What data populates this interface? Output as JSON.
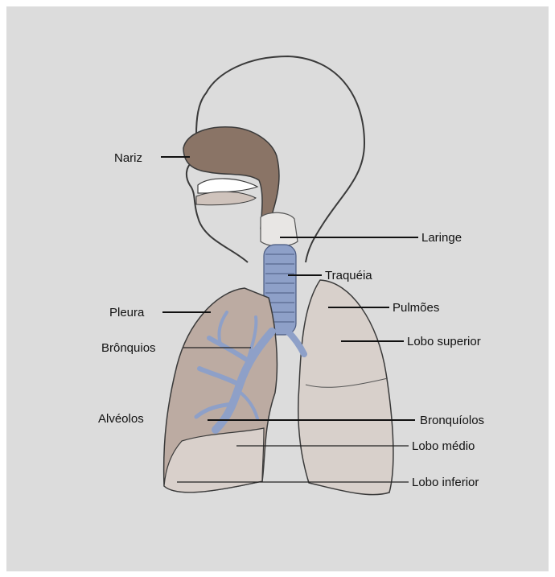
{
  "figure": {
    "background": "#dcdcdc",
    "colors": {
      "airway": "#8a7466",
      "bronchi": "#8ea0c8",
      "lung_left": "#bcaba2",
      "lung_right": "#d8d0cb",
      "outline": "#3a3a3a"
    },
    "labels": {
      "nariz": "Nariz",
      "laringe": "Laringe",
      "traqueia": "Traquéia",
      "pleura": "Pleura",
      "pulmoes": "Pulmões",
      "bronquios": "Brônquios",
      "lobo_superior": "Lobo superior",
      "alveolos": "Alvéolos",
      "bronquiolos": "Bronquíolos",
      "lobo_medio": "Lobo médio",
      "lobo_inferior": "Lobo inferior"
    }
  }
}
